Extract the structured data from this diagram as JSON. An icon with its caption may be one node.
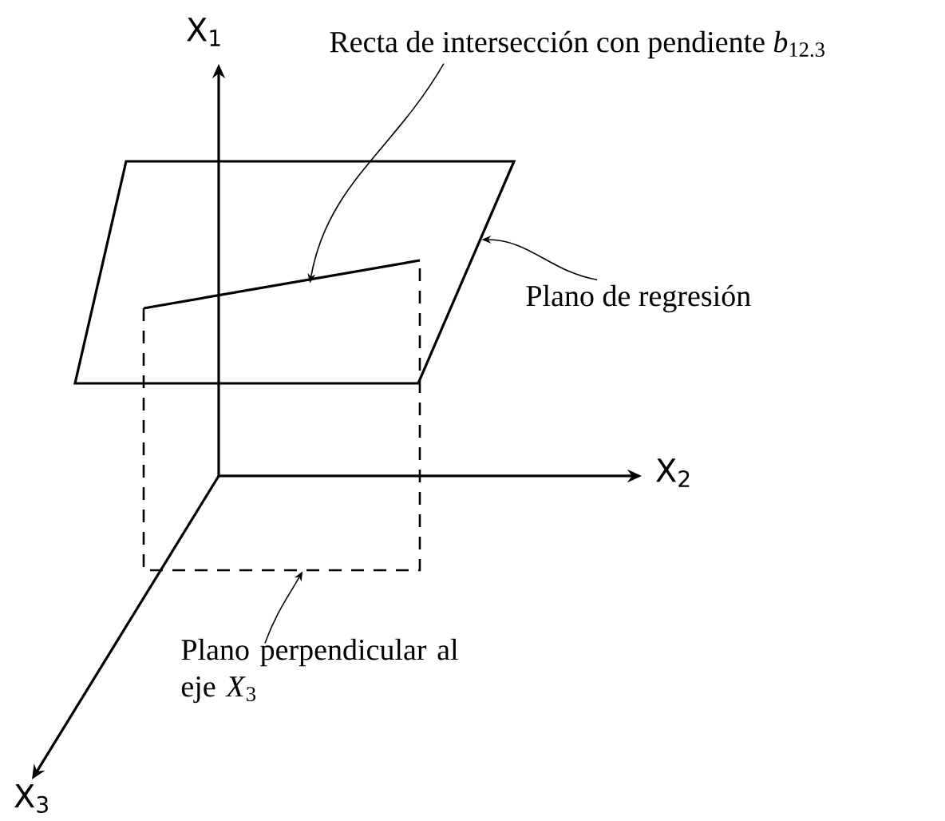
{
  "diagram": {
    "nodes": [
      {
        "text": [
          "Recta de intersección con pendiente *b*$_{12.3}$"
        ]
      },
      {
        "text": [
          "Plano de regresión"
        ]
      },
      {
        "text": [
          "Plano perpendicular al eje *X*$_{3}$"
        ]
      },
      {
        "text": [],
        "shape": "line"
      },
      {
        "text": [],
        "shape": "parallelogram"
      },
      {
        "text": [],
        "shape": "box"
      }
    ],
    "edges": [
      {
        "from": 0,
        "to": 3,
        "arrow": "to"
      },
      {
        "from": 1,
        "to": 4,
        "arrow": "to"
      },
      {
        "from": 2,
        "to": 5,
        "arrow": "to"
      }
    ],
    "labels": [
      "X$_{1}$",
      "X$_{2}$",
      "X$_{3}$"
    ]
  }
}
